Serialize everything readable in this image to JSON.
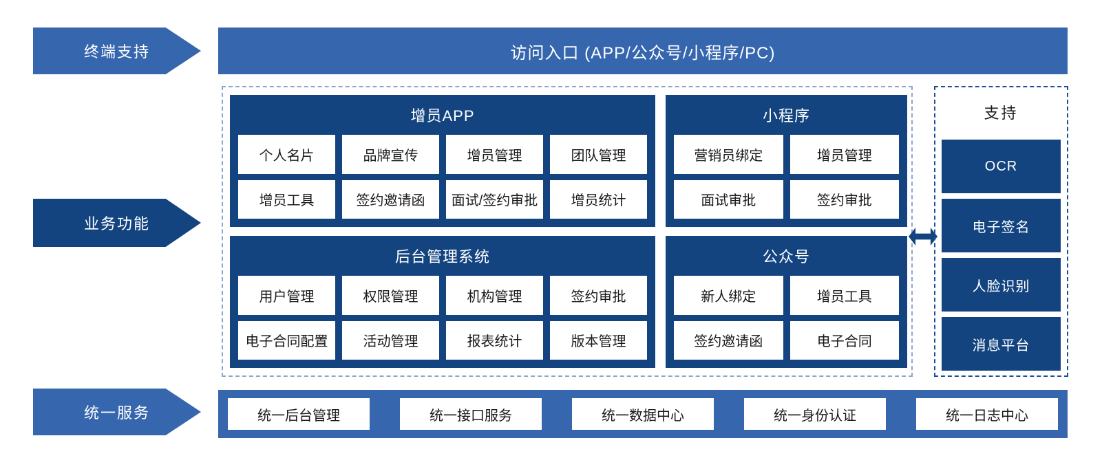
{
  "colors": {
    "medium_blue": "#3566AE",
    "dark_blue": "#134480",
    "dashed_light_blue": "#8EA6CB",
    "dashed_dark_blue": "#1E4F93",
    "cell_text": "#1a1a1a"
  },
  "left_labels": {
    "terminal_support": "终端支持",
    "business_functions": "业务功能",
    "unified_services": "统一服务"
  },
  "top_bar": {
    "title": "访问入口 (APP/公众号/小程序/PC)"
  },
  "panels": [
    {
      "title": "增员APP",
      "rows": [
        [
          "个人名片",
          "品牌宣传",
          "增员管理",
          "团队管理"
        ],
        [
          "增员工具",
          "签约邀请函",
          "面试/签约审批",
          "增员统计"
        ]
      ]
    },
    {
      "title": "小程序",
      "rows": [
        [
          "营销员绑定",
          "增员管理"
        ],
        [
          "面试审批",
          "签约审批"
        ]
      ]
    },
    {
      "title": "后台管理系统",
      "rows": [
        [
          "用户管理",
          "权限管理",
          "机构管理",
          "签约审批"
        ],
        [
          "电子合同配置",
          "活动管理",
          "报表统计",
          "版本管理"
        ]
      ]
    },
    {
      "title": "公众号",
      "rows": [
        [
          "新人绑定",
          "增员工具"
        ],
        [
          "签约邀请函",
          "电子合同"
        ]
      ]
    }
  ],
  "support_panel": {
    "title": "支持",
    "items": [
      "OCR",
      "电子签名",
      "人脸识别",
      "消息平台"
    ]
  },
  "bottom_bar": {
    "items": [
      "统一后台管理",
      "统一接口服务",
      "统一数据中心",
      "统一身份认证",
      "统一日志中心"
    ]
  }
}
